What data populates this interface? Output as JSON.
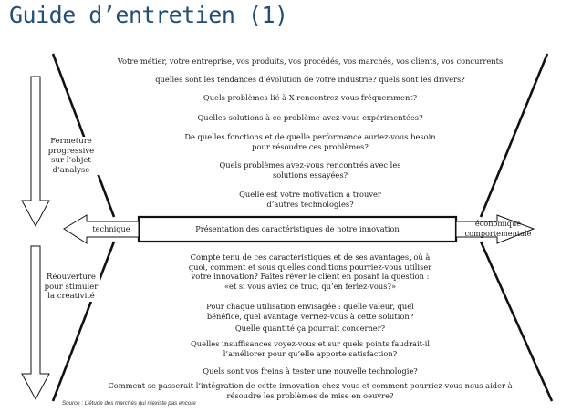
{
  "title": "Guide d’entretien (1)",
  "side_labels": {
    "closing": [
      "Fermeture",
      "progressive",
      "sur l’objet",
      "d’analyse"
    ],
    "reopening": [
      "Réouverture",
      "pour stimuler",
      "la créativité"
    ]
  },
  "arrow_labels": {
    "left": "technique",
    "right": [
      "économique",
      "comportementale"
    ]
  },
  "center_box": "Présentation des caractéristiques de notre innovation",
  "questions_top": [
    [
      "Votre métier, votre entreprise, vos produits, vos procédés, vos marchés, vos clients, vos concurrents"
    ],
    [
      "quelles sont les tendances d’évolution de votre industrie? quels sont les drivers?"
    ],
    [
      "Quels problèmes lié à X rencontrez-vous fréquemment?"
    ],
    [
      "Quelles solutions à ce problème avez-vous expérimentées?"
    ],
    [
      "De quelles fonctions et de quelle performance auriez-vous besoin",
      "pour résoudre ces problèmes?"
    ],
    [
      "Quels problèmes avez-vous rencontrés avec les",
      "solutions essayées?"
    ],
    [
      "Quelle est votre motivation à trouver",
      "d’autres technologies?"
    ]
  ],
  "questions_bottom": [
    [
      "Compte tenu de ces caractéristiques et de ses avantages, où à",
      "quoi, comment et sous quelles conditions pourriez-vous utiliser",
      "votre innovation? Faites rêver le client en posant la question :",
      "«et si vous aviez ce truc, qu’en feriez-vous?»"
    ],
    [
      "Pour chaque utilisation envisagée : quelle valeur, quel",
      "bénéfice, quel avantage verriez-vous à cette solution?"
    ],
    [
      "Quelle quantité ça pourrait concerner?"
    ],
    [
      "Quelles insuffisances voyez-vous et sur quels points faudrait-il",
      "l’améliorer pour qu’elle apporte satisfaction?"
    ],
    [
      "Quels sont vos freins à tester une nouvelle technologie?"
    ],
    [
      "Comment se passerait l’intégration de cette innovation chez vous et comment pourriez-vous nous aider à",
      "résoudre les problèmes de mise en oeuvre?"
    ]
  ],
  "source": "Source : L’étude des marchés qui n’existe pas encore"
}
